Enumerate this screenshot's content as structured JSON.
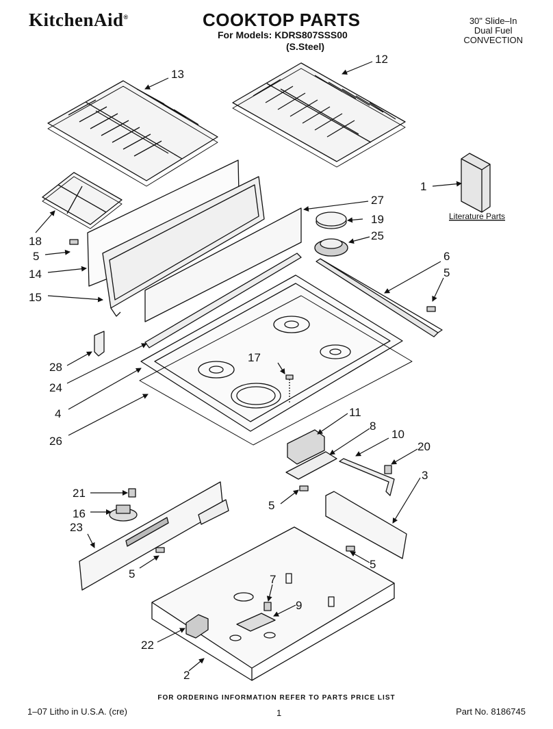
{
  "header": {
    "brand": "KitchenAid",
    "brand_mark": "®",
    "title": "COOKTOP PARTS",
    "models_line": "For Models: KDRS807SSS00",
    "finish_line": "(S.Steel)",
    "spec_lines": [
      "30\" Slide–In",
      "Dual Fuel",
      "CONVECTION"
    ]
  },
  "diagram": {
    "literature_label": "Literature Parts",
    "callouts": [
      {
        "id": "c13",
        "text": "13"
      },
      {
        "id": "c12",
        "text": "12"
      },
      {
        "id": "c1",
        "text": "1"
      },
      {
        "id": "c27",
        "text": "27"
      },
      {
        "id": "c19",
        "text": "19"
      },
      {
        "id": "c25",
        "text": "25"
      },
      {
        "id": "c18",
        "text": "18"
      },
      {
        "id": "c5a",
        "text": "5"
      },
      {
        "id": "c14",
        "text": "14"
      },
      {
        "id": "c15",
        "text": "15"
      },
      {
        "id": "c6",
        "text": "6"
      },
      {
        "id": "c5b",
        "text": "5"
      },
      {
        "id": "c17",
        "text": "17"
      },
      {
        "id": "c28",
        "text": "28"
      },
      {
        "id": "c24",
        "text": "24"
      },
      {
        "id": "c4",
        "text": "4"
      },
      {
        "id": "c26",
        "text": "26"
      },
      {
        "id": "c11",
        "text": "11"
      },
      {
        "id": "c8",
        "text": "8"
      },
      {
        "id": "c10",
        "text": "10"
      },
      {
        "id": "c20",
        "text": "20"
      },
      {
        "id": "c3",
        "text": "3"
      },
      {
        "id": "c21",
        "text": "21"
      },
      {
        "id": "c16",
        "text": "16"
      },
      {
        "id": "c23",
        "text": "23"
      },
      {
        "id": "c5c",
        "text": "5"
      },
      {
        "id": "c5d",
        "text": "5"
      },
      {
        "id": "c5e",
        "text": "5"
      },
      {
        "id": "c7",
        "text": "7"
      },
      {
        "id": "c9",
        "text": "9"
      },
      {
        "id": "c22",
        "text": "22"
      },
      {
        "id": "c2",
        "text": "2"
      }
    ]
  },
  "footer": {
    "ordering_note": "FOR ORDERING INFORMATION REFER TO PARTS PRICE LIST",
    "litho": "1–07 Litho in U.S.A. (cre)",
    "page_number": "1",
    "part_number": "Part No. 8186745"
  }
}
